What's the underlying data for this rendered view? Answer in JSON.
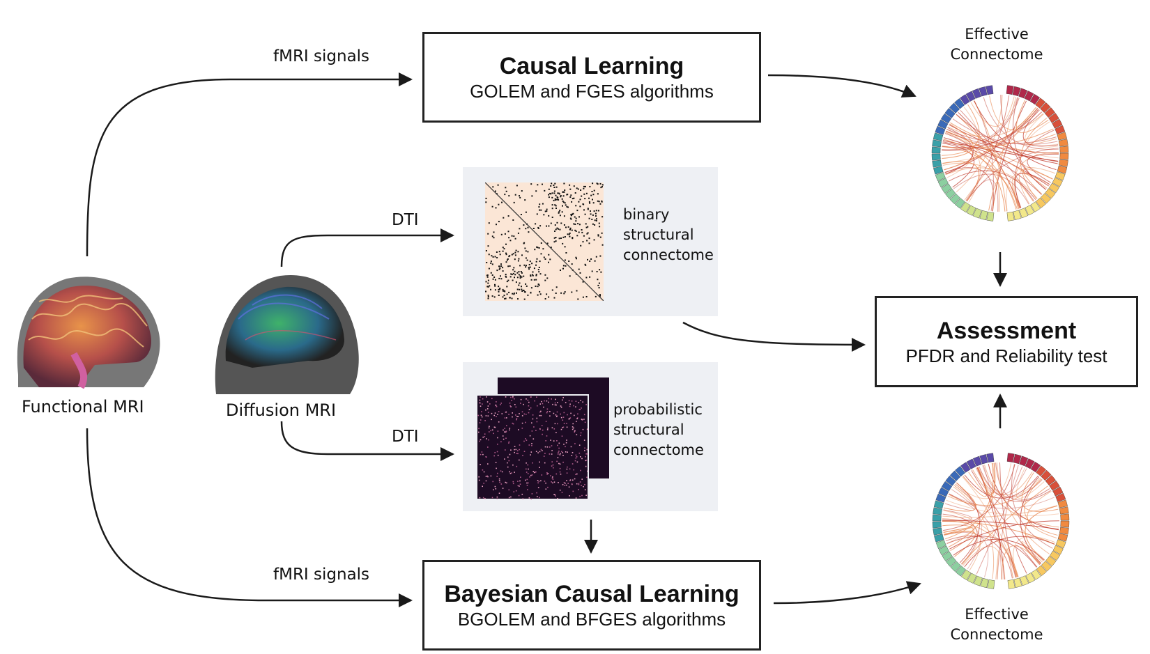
{
  "causal_box": {
    "title": "Causal Learning",
    "subtitle": "GOLEM and FGES algorithms"
  },
  "bayes_box": {
    "title": "Bayesian Causal Learning",
    "subtitle": "BGOLEM and BFGES algorithms"
  },
  "assess_box": {
    "title": "Assessment",
    "subtitle": "PFDR and Reliability test"
  },
  "edges": {
    "fmri_top": "fMRI signals",
    "fmri_bottom": "fMRI signals",
    "dti_top": "DTI",
    "dti_bottom": "DTI"
  },
  "inputs": {
    "functional": "Functional MRI",
    "diffusion": "Diffusion MRI"
  },
  "binary": {
    "line1": "binary",
    "line2": "structural",
    "line3": "connectome"
  },
  "probabilistic": {
    "line1": "probabilistic",
    "line2": "structural",
    "line3": "connectome"
  },
  "effective_top": {
    "line1": "Effective",
    "line2": "Connectome"
  },
  "effective_bottom": {
    "line1": "Effective",
    "line2": "Connectome"
  },
  "colors": {
    "stroke": "#1a1a1a",
    "panel": "#eef0f4",
    "matrix_bg": "#fbe6d6",
    "prob_bg": "#1d0b24"
  }
}
